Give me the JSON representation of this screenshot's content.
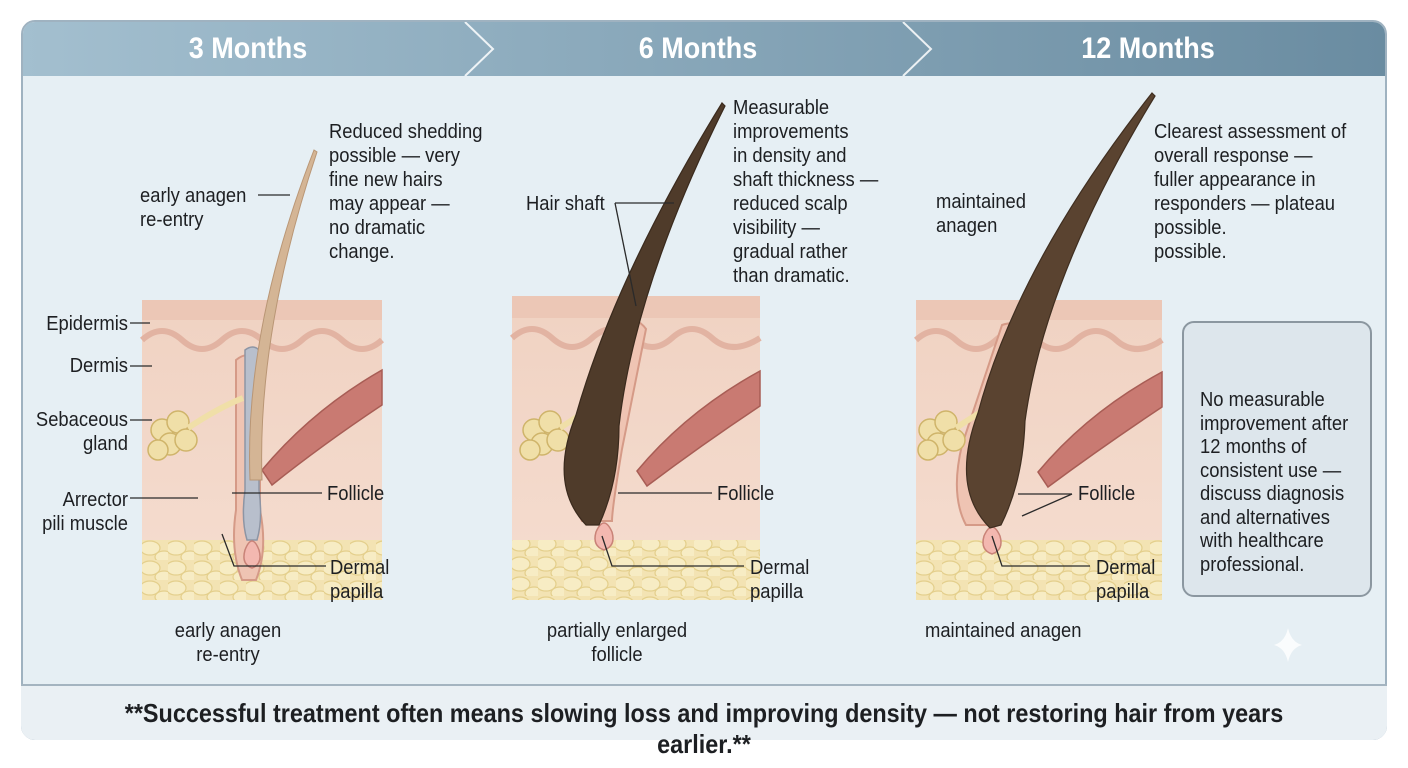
{
  "header": {
    "stages": [
      {
        "label": "3 Months"
      },
      {
        "label": "6 Months"
      },
      {
        "label": "12 Months"
      }
    ]
  },
  "panels": [
    {
      "description": "Reduced shedding\npossible — very\nfine new hairs\nmay appear —\nno dramatic\nchange.",
      "phase_label": "early anagen\nre-entry",
      "follicle_label": "Follicle",
      "papilla_label": "Dermal\npapilla",
      "caption": "early anagen\nre-entry",
      "anatomy": {
        "epidermis": "Epidermis",
        "dermis": "Dermis",
        "sebaceous": "Sebaceous\ngland",
        "arrector": "Arrector\npili muscle"
      }
    },
    {
      "description": "Measurable\nimprovements\nin density and\nshaft thickness —\n reduced scalp\nvisibility —\ngradual rather\nthan dramatic.",
      "shaft_label": "Hair shaft",
      "follicle_label": "Follicle",
      "papilla_label": "Dermal\npapilla",
      "caption": "partially enlarged\nfollicle"
    },
    {
      "description": "Clearest assessment of\noverall response —\nfuller appearance in\nresponders — plateau\npossible.\npossible.",
      "phase_label": "maintained\nanagen",
      "follicle_label": "Follicle",
      "papilla_label": "Dermal\npapilla",
      "caption": "maintained anagen"
    }
  ],
  "warning": {
    "icon": "warning-triangle-icon",
    "text": "No measurable\nimprovement after\n12 months of\nconsistent use —\ndiscuss diagnosis\nand alternatives\nwith healthcare\nprofessional."
  },
  "footer": {
    "text": "**Successful treatment often means slowing loss and improving density — not restoring hair from years earlier.**"
  },
  "colors": {
    "header_left": "#9dbacb",
    "header_right": "#6d8fa3",
    "panel_bg": "#e6eff4",
    "skin": "#f2d3c4",
    "fat": "#f0dfa8",
    "muscle": "#c97a72",
    "hair_fine": "#d4b595",
    "hair_thick": "#4f3b2a",
    "warning_red": "#b23a30"
  }
}
